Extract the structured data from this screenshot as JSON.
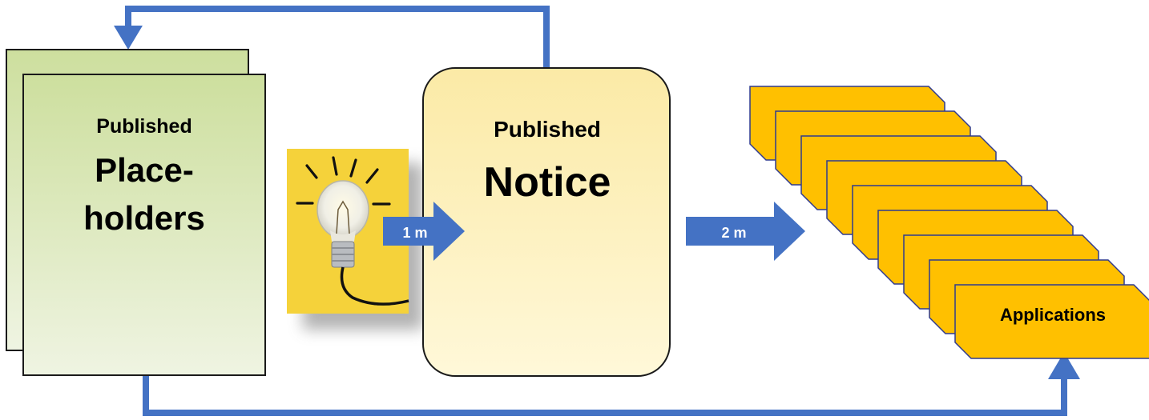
{
  "placeholders": {
    "line1": "Published",
    "line2": "Place-",
    "line3": "holders"
  },
  "notice": {
    "line1": "Published",
    "line2": "Notice"
  },
  "arrows": {
    "first_label": "1 m",
    "second_label": "2 m"
  },
  "applications": {
    "label": "Applications",
    "stack_count": 9
  },
  "colors": {
    "placeholder_fill": "#d4e2ad",
    "notice_fill": "#fdf0b4",
    "application_fill": "#ffc000",
    "flow_blue": "#4472c4",
    "bulb_bg": "#f5d23a"
  }
}
